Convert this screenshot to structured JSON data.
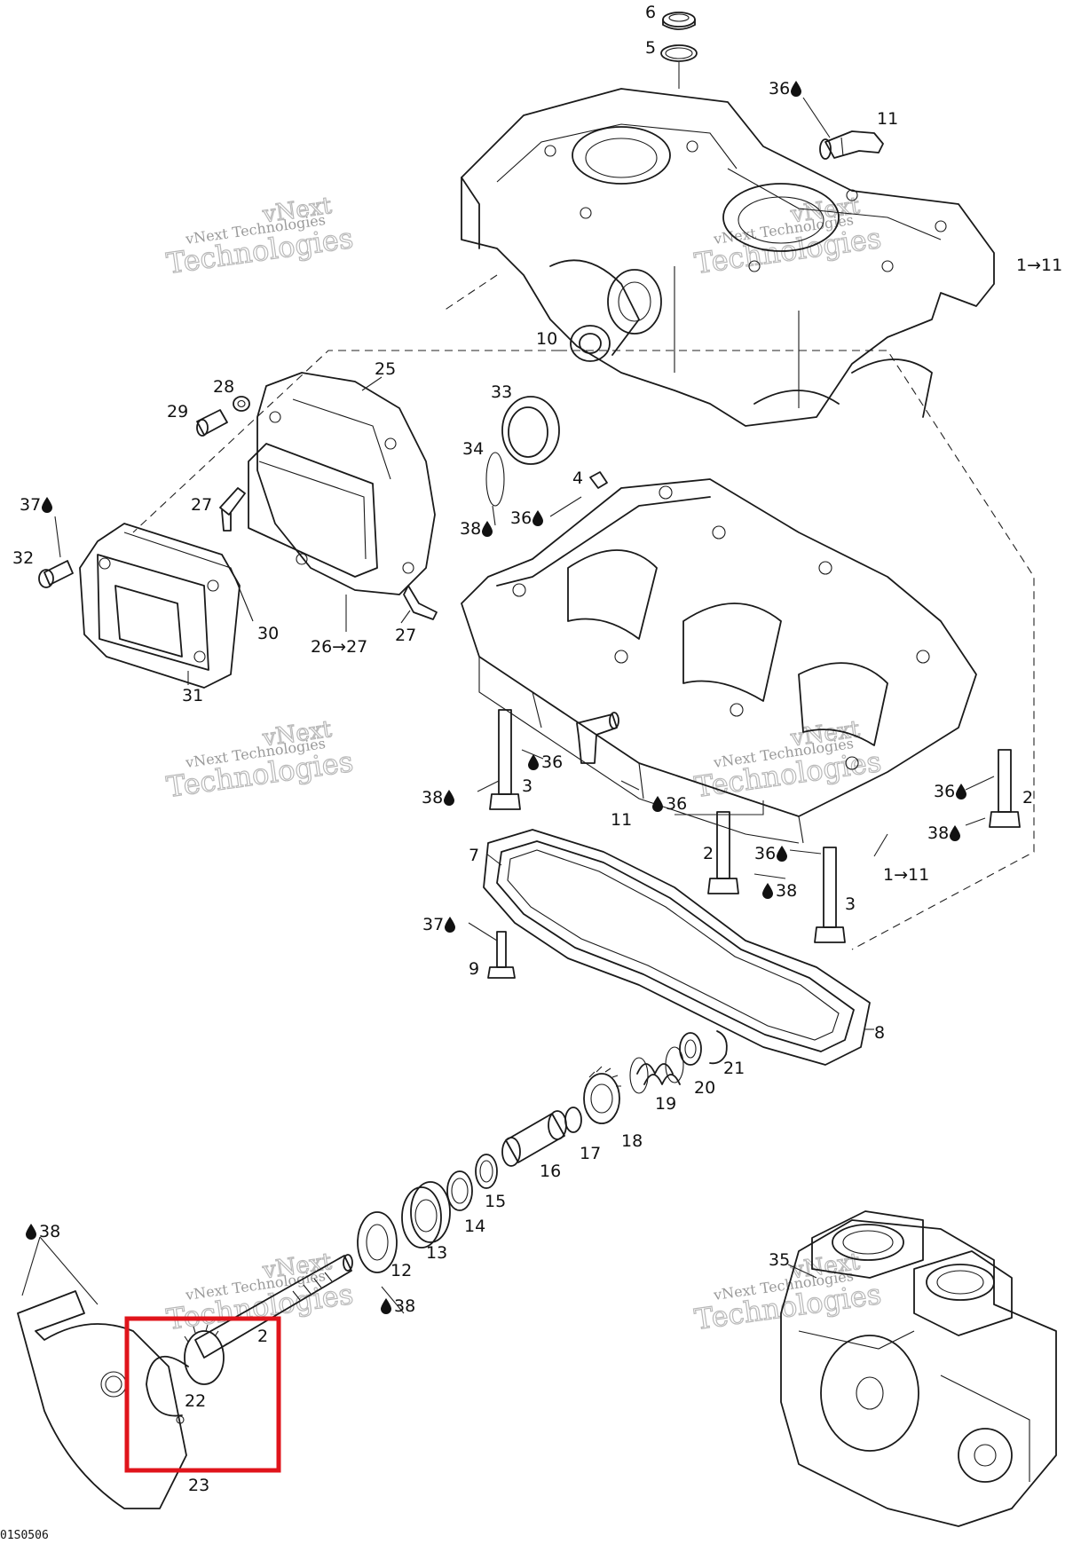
{
  "diagram": {
    "code": "01S0506",
    "watermark": {
      "line1": "vNext Technologies",
      "line2": "vNext",
      "line3": "Technologies"
    },
    "highlight_color": "#e0141b",
    "callouts": [
      {
        "id": "c6",
        "text": "6"
      },
      {
        "id": "c5",
        "text": "5"
      },
      {
        "id": "c36a",
        "text": "36",
        "drop": true
      },
      {
        "id": "c11a",
        "text": "11"
      },
      {
        "id": "c1a",
        "text": "1→11"
      },
      {
        "id": "c10",
        "text": "10"
      },
      {
        "id": "c25",
        "text": "25"
      },
      {
        "id": "c28",
        "text": "28"
      },
      {
        "id": "c29",
        "text": "29"
      },
      {
        "id": "c33",
        "text": "33"
      },
      {
        "id": "c34",
        "text": "34"
      },
      {
        "id": "c4",
        "text": "4"
      },
      {
        "id": "c37a",
        "text": "37",
        "drop": true
      },
      {
        "id": "c27a",
        "text": "27"
      },
      {
        "id": "c38a",
        "text": "38",
        "drop": true
      },
      {
        "id": "c36b",
        "text": "36",
        "drop": true
      },
      {
        "id": "c32",
        "text": "32"
      },
      {
        "id": "c30",
        "text": "30"
      },
      {
        "id": "c26",
        "text": "26→27"
      },
      {
        "id": "c27b",
        "text": "27"
      },
      {
        "id": "c31",
        "text": "31"
      },
      {
        "id": "c36c",
        "text": "36",
        "drop": true,
        "dropFirst": true
      },
      {
        "id": "c38b",
        "text": "38",
        "drop": true
      },
      {
        "id": "c3a",
        "text": "3"
      },
      {
        "id": "c11b",
        "text": "11"
      },
      {
        "id": "c36d",
        "text": "36",
        "drop": true,
        "dropFirst": true
      },
      {
        "id": "c36e",
        "text": "36",
        "drop": true
      },
      {
        "id": "c2a",
        "text": "2"
      },
      {
        "id": "c38c",
        "text": "38",
        "drop": true
      },
      {
        "id": "c2b",
        "text": "2"
      },
      {
        "id": "c36f",
        "text": "36",
        "drop": true
      },
      {
        "id": "c38d",
        "text": "38",
        "drop": true,
        "dropFirst": true
      },
      {
        "id": "c1b",
        "text": "1→11"
      },
      {
        "id": "c3b",
        "text": "3"
      },
      {
        "id": "c7",
        "text": "7"
      },
      {
        "id": "c37b",
        "text": "37",
        "drop": true
      },
      {
        "id": "c9",
        "text": "9"
      },
      {
        "id": "c8",
        "text": "8"
      },
      {
        "id": "c21",
        "text": "21"
      },
      {
        "id": "c20",
        "text": "20"
      },
      {
        "id": "c19",
        "text": "19"
      },
      {
        "id": "c18",
        "text": "18"
      },
      {
        "id": "c17",
        "text": "17"
      },
      {
        "id": "c16",
        "text": "16"
      },
      {
        "id": "c15",
        "text": "15"
      },
      {
        "id": "c14",
        "text": "14"
      },
      {
        "id": "c13",
        "text": "13"
      },
      {
        "id": "c12",
        "text": "12"
      },
      {
        "id": "c38e",
        "text": "38",
        "drop": true,
        "dropFirst": true
      },
      {
        "id": "c38f",
        "text": "38",
        "drop": true,
        "dropFirst": true
      },
      {
        "id": "c35",
        "text": "35"
      },
      {
        "id": "c22",
        "text": "22"
      },
      {
        "id": "c2c",
        "text": "2"
      },
      {
        "id": "c23",
        "text": "23"
      }
    ]
  }
}
